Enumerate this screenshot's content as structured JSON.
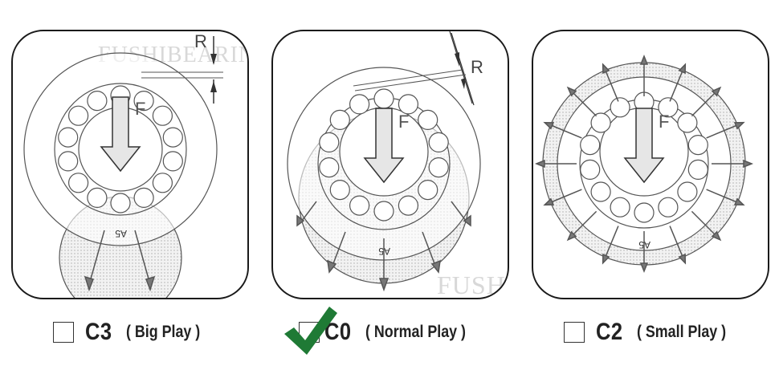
{
  "watermark": "FUSHIBEARING®",
  "labels": {
    "radial_clearance": "R",
    "force": "F",
    "ring_marking": "A5"
  },
  "options": [
    {
      "code": "C3",
      "desc": "( Big Play )",
      "selected": false
    },
    {
      "code": "C0",
      "desc": "( Normal Play )",
      "selected": true
    },
    {
      "code": "C2",
      "desc": "( Small Play )",
      "selected": false
    }
  ],
  "icons": {
    "selected_mark": "checkmark-icon"
  },
  "colors": {
    "stroke": "#333333",
    "check": "#1f7a35",
    "shade": "#e4e4e4"
  }
}
